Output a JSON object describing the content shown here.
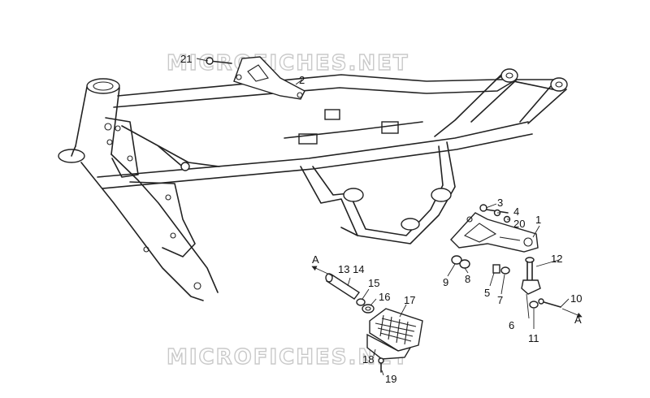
{
  "watermark": "MICROFICHES.NET",
  "callouts": {
    "c1": "1",
    "c2": "2",
    "c3": "3",
    "c4": "4",
    "c5": "5",
    "c6": "6",
    "c7": "7",
    "c8": "8",
    "c9": "9",
    "c10": "10",
    "c11": "11",
    "c12": "12",
    "c13_14": "13 14",
    "c15": "15",
    "c16": "16",
    "c17": "17",
    "c18": "18",
    "c19": "19",
    "c20": "20",
    "c21": "21"
  },
  "refs": {
    "left": "A",
    "right": "A"
  }
}
